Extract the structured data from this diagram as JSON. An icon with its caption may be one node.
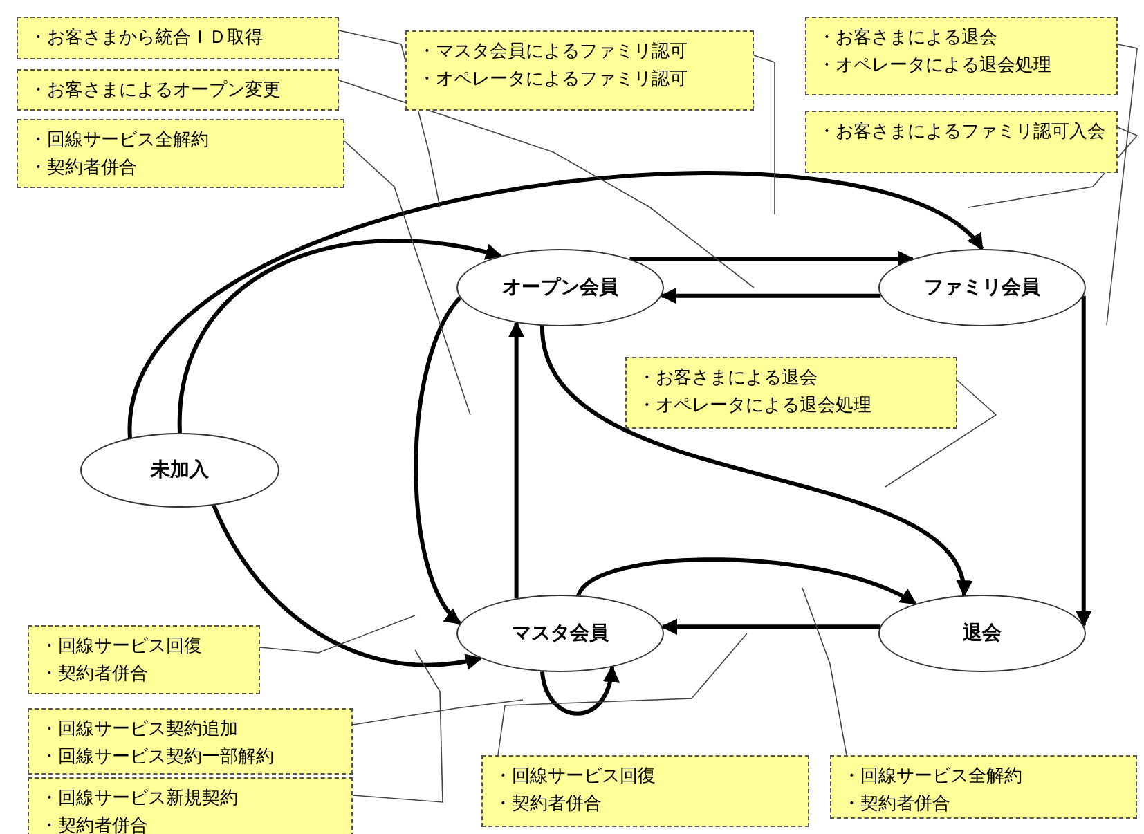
{
  "diagram": {
    "nodes": [
      {
        "text": [
          "未加入"
        ]
      },
      {
        "text": [
          "オープン会員"
        ]
      },
      {
        "text": [
          "ファミリ会員"
        ]
      },
      {
        "text": [
          "マスタ会員"
        ]
      },
      {
        "text": [
          "退会"
        ]
      },
      {
        "text": [
          "・お客さまから統合ＩＤ取得"
        ]
      },
      {
        "text": [
          "・マスタ会員によるファミリ認可",
          "・オペレータによるファミリ認可"
        ]
      },
      {
        "text": [
          "・お客さまによるオープン変更"
        ]
      },
      {
        "text": [
          "・回線サービス全解約",
          "・契約者併合"
        ]
      },
      {
        "text": [
          "・お客さまによる退会",
          "・オペレータによる退会処理"
        ]
      },
      {
        "text": [
          "・お客さまによるファミリ認可入会"
        ]
      },
      {
        "text": [
          "・お客さまによる退会",
          "・オペレータによる退会処理"
        ]
      },
      {
        "text": [
          "・回線サービス回復",
          "・契約者併合"
        ]
      },
      {
        "text": [
          "・回線サービス契約追加",
          "・回線サービス契約一部解約"
        ]
      },
      {
        "text": [
          "・回線サービス新規契約",
          "・契約者併合"
        ]
      },
      {
        "text": [
          "・回線サービス回復",
          "・契約者併合"
        ]
      },
      {
        "text": [
          "・回線サービス全解約",
          "・契約者併合"
        ]
      }
    ],
    "edges": [
      {
        "from": 0,
        "to": 1,
        "arrow": "to",
        "style": "thick"
      },
      {
        "from": 0,
        "to": 2,
        "arrow": "to",
        "style": "thick"
      },
      {
        "from": 0,
        "to": 3,
        "arrow": "to",
        "style": "thick"
      },
      {
        "from": 1,
        "to": 2,
        "arrow": "to",
        "style": "thick"
      },
      {
        "from": 2,
        "to": 1,
        "arrow": "to",
        "style": "thick"
      },
      {
        "from": 1,
        "to": 3,
        "arrow": "to",
        "style": "thick"
      },
      {
        "from": 3,
        "to": 1,
        "arrow": "to",
        "style": "thick"
      },
      {
        "from": 1,
        "to": 4,
        "arrow": "to",
        "style": "thick"
      },
      {
        "from": 2,
        "to": 4,
        "arrow": "to",
        "style": "thick"
      },
      {
        "from": 4,
        "to": 3,
        "arrow": "to",
        "style": "thick"
      },
      {
        "from": 3,
        "to": 4,
        "arrow": "to",
        "style": "thick"
      },
      {
        "from": 3,
        "to": 3,
        "arrow": "to",
        "style": "thick"
      },
      {
        "from": 5,
        "to": null,
        "arrow": "none"
      },
      {
        "from": 6,
        "to": null,
        "arrow": "none"
      },
      {
        "from": 7,
        "to": null,
        "arrow": "none"
      },
      {
        "from": 8,
        "to": null,
        "arrow": "none"
      },
      {
        "from": 9,
        "to": null,
        "arrow": "none"
      },
      {
        "from": 10,
        "to": null,
        "arrow": "none"
      },
      {
        "from": 11,
        "to": null,
        "arrow": "none"
      },
      {
        "from": 12,
        "to": null,
        "arrow": "none"
      },
      {
        "from": 13,
        "to": null,
        "arrow": "none"
      },
      {
        "from": 14,
        "to": null,
        "arrow": "none"
      },
      {
        "from": 15,
        "to": null,
        "arrow": "none"
      },
      {
        "from": 16,
        "to": null,
        "arrow": "none"
      }
    ]
  }
}
